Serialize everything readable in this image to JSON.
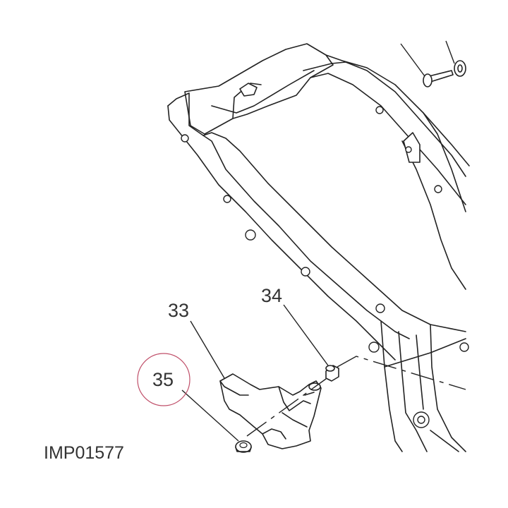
{
  "diagram": {
    "drawing_code": "IMP01577",
    "callouts": [
      {
        "id": "33",
        "label": "33"
      },
      {
        "id": "34",
        "label": "34"
      },
      {
        "id": "35",
        "label": "35",
        "highlighted": true
      }
    ],
    "colors": {
      "linework": "#222222",
      "text": "#333333",
      "highlight_circle": "#c0506a"
    }
  }
}
